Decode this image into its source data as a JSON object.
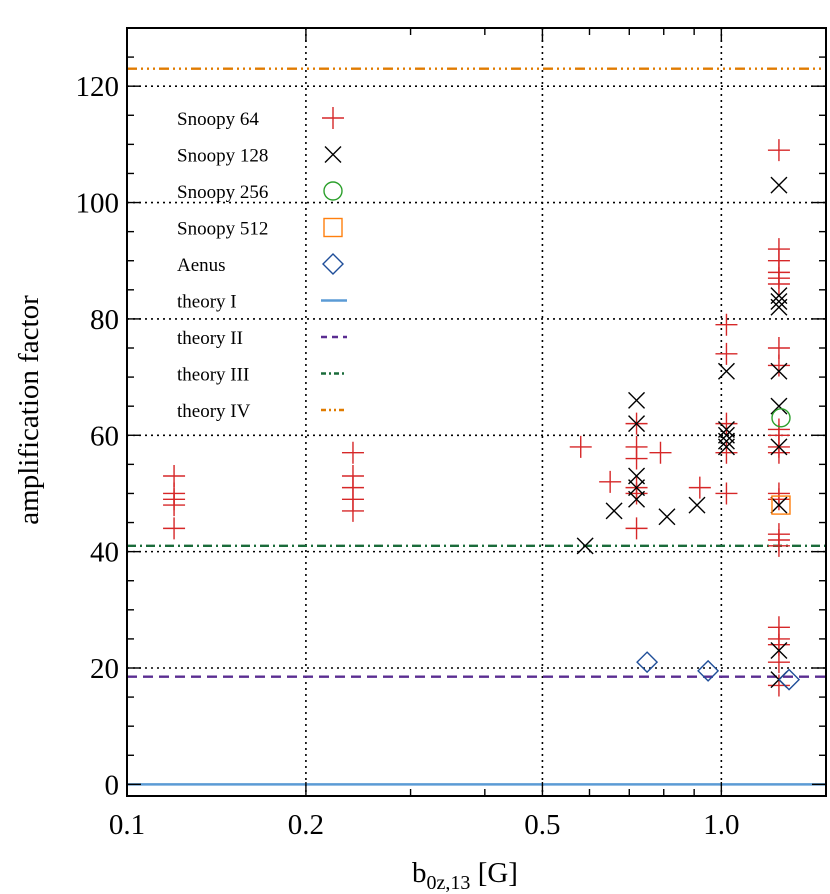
{
  "chart_data": {
    "type": "scatter",
    "xscale": "log",
    "xlim": [
      0.1,
      1.5
    ],
    "ylim": [
      -2,
      130
    ],
    "xlabel_base": "b",
    "xlabel_sub": "0z,13",
    "xlabel_unit": " [G]",
    "ylabel": "amplification factor",
    "xticks": [
      0.1,
      0.2,
      0.5,
      1.0
    ],
    "xtick_labels": [
      "0.1",
      "0.2",
      "0.5",
      "1.0"
    ],
    "yticks": [
      0,
      20,
      40,
      60,
      80,
      100,
      120
    ],
    "ytick_labels": [
      "0",
      "20",
      "40",
      "60",
      "80",
      "100",
      "120"
    ],
    "grid": "dotted",
    "legend_position": "upper-left",
    "series": [
      {
        "name": "Snoopy 64",
        "marker": "plus",
        "color": "#d62728",
        "points": [
          [
            0.12,
            53
          ],
          [
            0.12,
            50
          ],
          [
            0.12,
            49
          ],
          [
            0.12,
            48
          ],
          [
            0.12,
            44
          ],
          [
            0.24,
            57
          ],
          [
            0.24,
            53
          ],
          [
            0.24,
            51
          ],
          [
            0.24,
            49
          ],
          [
            0.24,
            47
          ],
          [
            0.58,
            58
          ],
          [
            0.65,
            52
          ],
          [
            0.72,
            62
          ],
          [
            0.72,
            58
          ],
          [
            0.72,
            56
          ],
          [
            0.72,
            51
          ],
          [
            0.72,
            50
          ],
          [
            0.72,
            44
          ],
          [
            0.79,
            57
          ],
          [
            0.92,
            51
          ],
          [
            1.02,
            79
          ],
          [
            1.02,
            74
          ],
          [
            1.02,
            62
          ],
          [
            1.02,
            57
          ],
          [
            1.02,
            50
          ],
          [
            1.25,
            109
          ],
          [
            1.25,
            92
          ],
          [
            1.25,
            90
          ],
          [
            1.25,
            88
          ],
          [
            1.25,
            87
          ],
          [
            1.25,
            86
          ],
          [
            1.25,
            75
          ],
          [
            1.25,
            72
          ],
          [
            1.25,
            61
          ],
          [
            1.25,
            60
          ],
          [
            1.25,
            58
          ],
          [
            1.25,
            57
          ],
          [
            1.25,
            50
          ],
          [
            1.25,
            49
          ],
          [
            1.25,
            43
          ],
          [
            1.25,
            42
          ],
          [
            1.25,
            41
          ],
          [
            1.25,
            27
          ],
          [
            1.25,
            25
          ],
          [
            1.25,
            24
          ],
          [
            1.25,
            21
          ],
          [
            1.25,
            17
          ]
        ]
      },
      {
        "name": "Snoopy 128",
        "marker": "cross",
        "color": "#000000",
        "points": [
          [
            0.59,
            41
          ],
          [
            0.66,
            47
          ],
          [
            0.72,
            66
          ],
          [
            0.72,
            62
          ],
          [
            0.72,
            53
          ],
          [
            0.72,
            51
          ],
          [
            0.72,
            49
          ],
          [
            0.81,
            46
          ],
          [
            0.91,
            48
          ],
          [
            1.02,
            71
          ],
          [
            1.02,
            61
          ],
          [
            1.02,
            60
          ],
          [
            1.02,
            59
          ],
          [
            1.02,
            58
          ],
          [
            1.25,
            103
          ],
          [
            1.25,
            84
          ],
          [
            1.25,
            83
          ],
          [
            1.25,
            82
          ],
          [
            1.25,
            71
          ],
          [
            1.25,
            65
          ],
          [
            1.25,
            58
          ],
          [
            1.25,
            48
          ],
          [
            1.25,
            23
          ],
          [
            1.25,
            18
          ]
        ]
      },
      {
        "name": "Snoopy 256",
        "marker": "circle",
        "color": "#2ca02c",
        "points": [
          [
            1.26,
            63
          ]
        ]
      },
      {
        "name": "Snoopy 512",
        "marker": "square",
        "color": "#ff7f0e",
        "points": [
          [
            1.26,
            48
          ]
        ]
      },
      {
        "name": "Aenus",
        "marker": "diamond",
        "color": "#1f4e99",
        "points": [
          [
            0.75,
            21
          ],
          [
            0.95,
            19.5
          ],
          [
            1.3,
            18
          ]
        ]
      }
    ],
    "lines": [
      {
        "name": "theory I",
        "y": 0,
        "color": "#5b9bd5",
        "dash": "solid"
      },
      {
        "name": "theory II",
        "y": 18.5,
        "color": "#5a2d91",
        "dash": "dashed"
      },
      {
        "name": "theory III",
        "y": 41,
        "color": "#1a6b3a",
        "dash": "dashdot"
      },
      {
        "name": "theory IV",
        "y": 123,
        "color": "#e07b00",
        "dash": "dashdotdotdot"
      }
    ]
  }
}
